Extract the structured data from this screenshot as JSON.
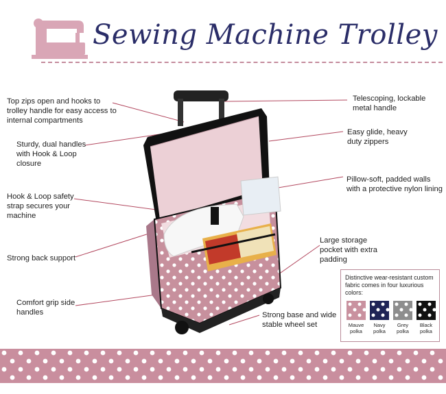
{
  "header": {
    "title": "Sewing Machine Trolley",
    "icon": "sewing-machine-icon",
    "accent": "#d9a6b6",
    "title_color": "#2a2d68"
  },
  "callouts_left": [
    "Top zips open and hooks to trolley handle for easy access to internal compartments",
    "Sturdy, dual handles with Hook & Loop closure",
    "Hook & Loop safety strap secures your machine",
    "Strong back support",
    "Comfort grip side handles"
  ],
  "callouts_right": [
    "Telescoping, lockable metal handle",
    "Easy glide, heavy duty zippers",
    "Pillow-soft, padded walls with a protective nylon lining",
    "Large storage pocket with extra padding",
    "Strong base and wide stable wheel set"
  ],
  "swatches": {
    "caption": "Distinctive wear-resistant custom fabric comes in four luxurious colors:",
    "items": [
      {
        "label": "Mauve polka",
        "color": "#c9919f"
      },
      {
        "label": "Navy polka",
        "color": "#1f2456"
      },
      {
        "label": "Grey polka",
        "color": "#8e8e8e"
      },
      {
        "label": "Black polka",
        "color": "#111111"
      }
    ]
  },
  "colors": {
    "mauve": "#c7909d",
    "lining": "#e9c9d0",
    "leader": "#b2475e",
    "footer": "#c98e9e"
  }
}
